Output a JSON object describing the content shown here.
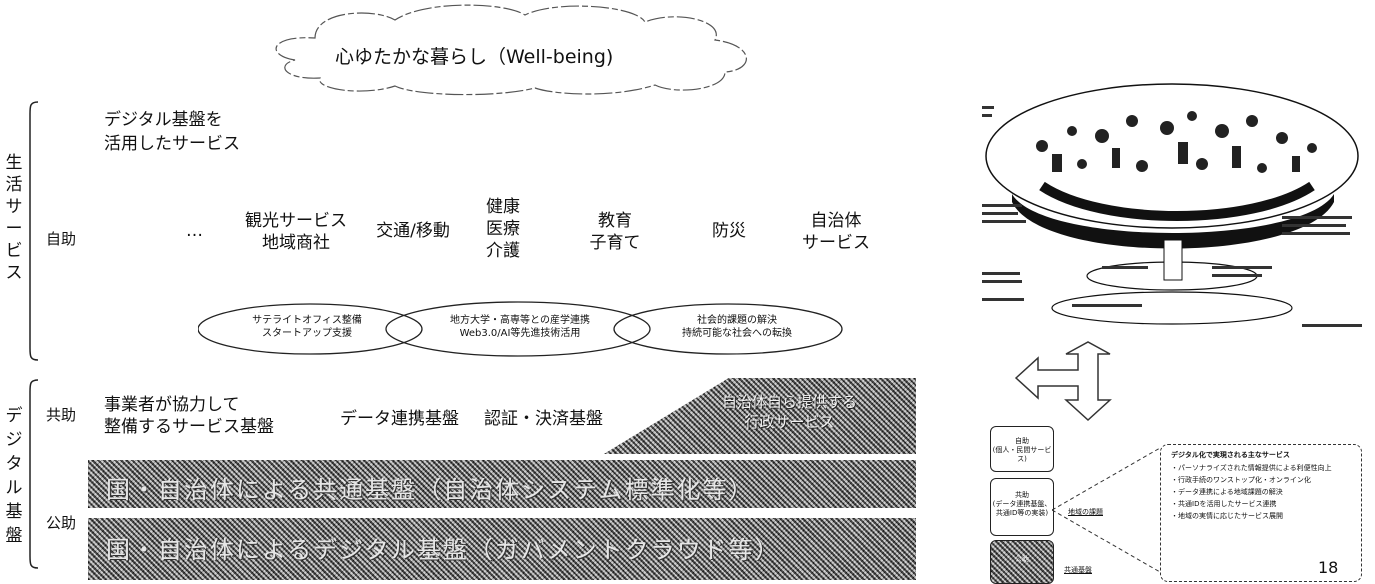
{
  "cloud_text": "心ゆたかな暮らし（Well-being)",
  "side_labels": {
    "life_services": "生\n活\nサ\nー\nビ\nス",
    "digital_base": "デ\nジ\nタ\nル\n基\n盤"
  },
  "levels": {
    "self_help": "自助",
    "mutual_help": "共助",
    "public_help": "公助"
  },
  "intro_text": "デジタル基盤を\n活用したサービス",
  "services": [
    "…",
    "観光サービス\n地域商社",
    "交通/移動",
    "健康\n医療\n介護",
    "教育\n子育て",
    "防災",
    "自治体\nサービス"
  ],
  "ellipses": [
    "サテライトオフィス整備\nスタートアップ支援",
    "地方大学・高専等との産学連携\nWeb3.0/AI等先進技術活用",
    "社会的課題の解決\n持続可能な社会への転換"
  ],
  "mutual_row": {
    "left": "事業者が協力して\n整備するサービス基盤",
    "data_link": "データ連携基盤",
    "auth": "認証・決済基盤",
    "triangle": "自治体自ら提供する\n行政サービス"
  },
  "public_bands": [
    "国・自治体による共通基盤（自治体システム標準化等）",
    "国・自治体によるデジタル基盤（ガバメントクラウド等）"
  ],
  "right_panel": {
    "boxes": [
      "自助\n(個人・民間サービス)",
      "共助\n(データ連携基盤、\n共通ID等の実装)",
      "公助"
    ],
    "callout_title": "デジタル化で実現される主なサービス",
    "callout_items": [
      "・パーソナライズされた情報提供による利便性向上",
      "・行政手続のワンストップ化・オンライン化",
      "・データ連携による地域課題の解決",
      "・共通IDを活用したサービス連携",
      "・地域の実情に応じたサービス展開"
    ],
    "mini_labels": [
      "地域の課題",
      "共通基盤"
    ],
    "page_number": "18"
  }
}
